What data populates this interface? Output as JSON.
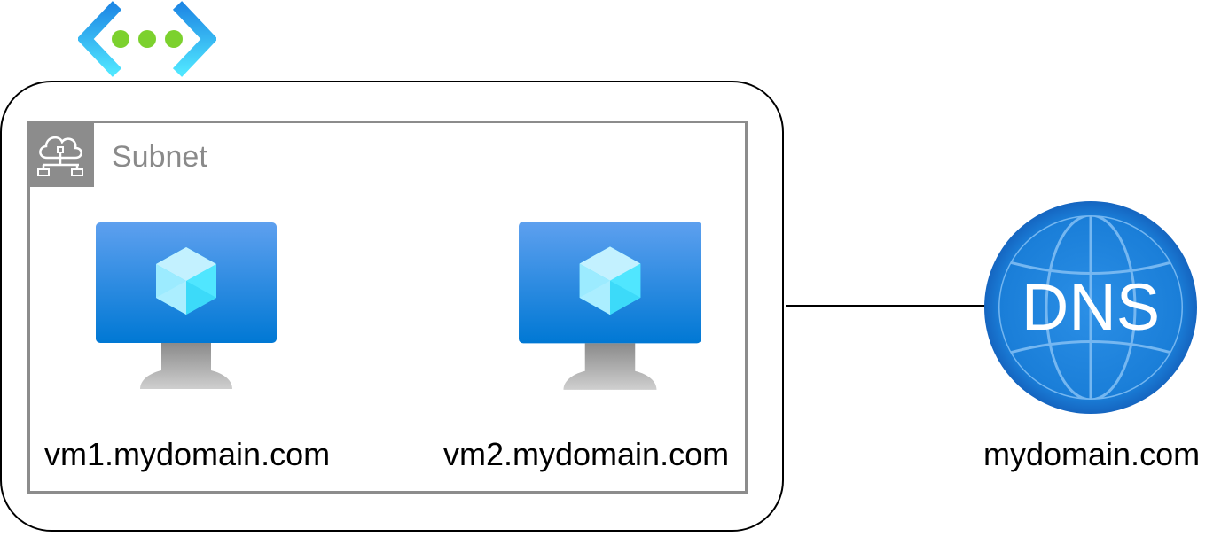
{
  "subnet": {
    "label": "Subnet",
    "icon": "subnet-cloud-network-icon"
  },
  "vnet": {
    "icon": "virtual-network-icon"
  },
  "vms": [
    {
      "hostname": "vm1.mydomain.com",
      "icon": "virtual-machine-icon"
    },
    {
      "hostname": "vm2.mydomain.com",
      "icon": "virtual-machine-icon"
    }
  ],
  "dns": {
    "icon_text": "DNS",
    "zone": "mydomain.com",
    "icon": "dns-globe-icon"
  },
  "colors": {
    "azure_blue": "#1f83d8",
    "dots_green": "#7cd12e",
    "subnet_gray": "#8c8c8c",
    "cube_cyan": "#50e6ff"
  }
}
